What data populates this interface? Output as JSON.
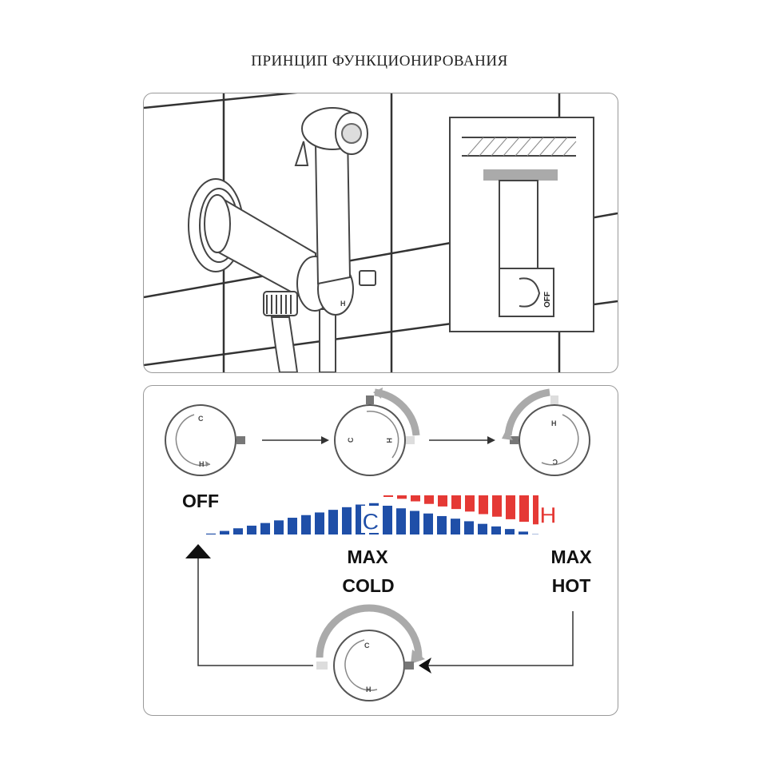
{
  "title": "ПРИНЦИП ФУНКЦИОНИРОВАНИЯ",
  "inset": {
    "off_label": "OFF"
  },
  "dials": {
    "cold_letter": "C",
    "hot_letter": "H"
  },
  "gradient": {
    "cold_letter": "C",
    "hot_letter": "H",
    "cold_color": "#1f4fa8",
    "hot_color": "#e53935"
  },
  "labels": {
    "off": "OFF",
    "max": "MAX",
    "cold": "COLD",
    "hot": "HOT"
  }
}
